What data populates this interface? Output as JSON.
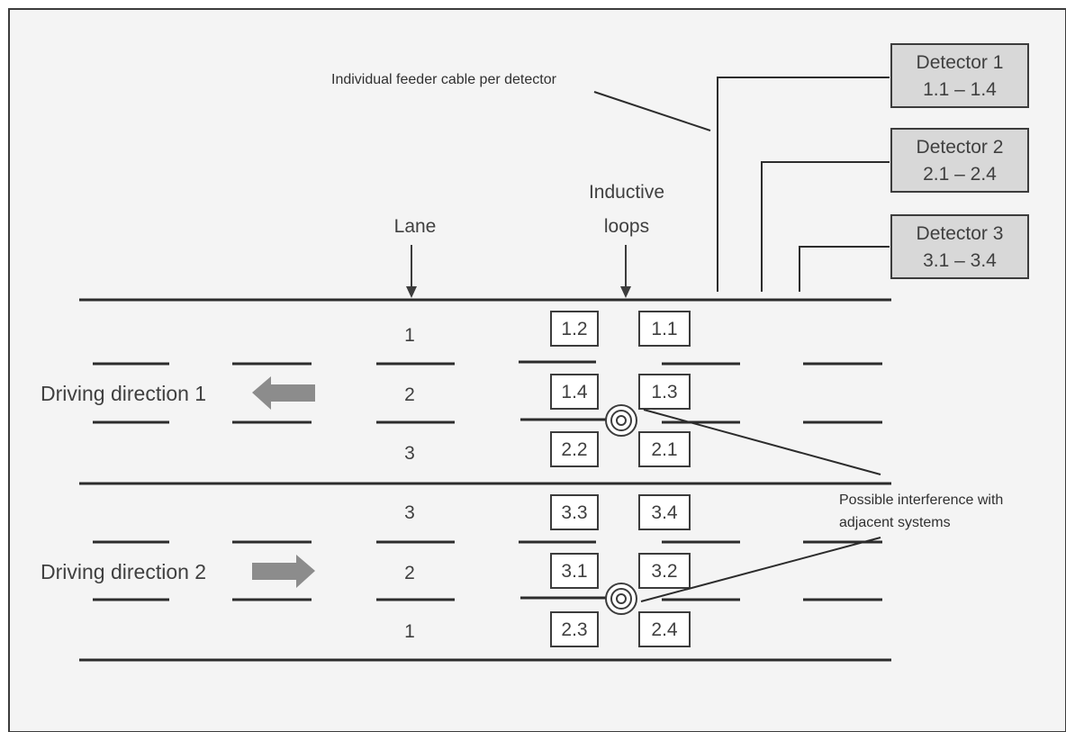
{
  "feeder_note": "Individual feeder cable per detector",
  "interference_note": [
    "Possible interference with",
    "adjacent systems"
  ],
  "headers": {
    "lane": "Lane",
    "loops": [
      "Inductive",
      "loops"
    ]
  },
  "detectors": [
    {
      "name": "Detector 1",
      "range": "1.1 – 1.4"
    },
    {
      "name": "Detector 2",
      "range": "2.1 – 2.4"
    },
    {
      "name": "Detector 3",
      "range": "3.1 – 3.4"
    }
  ],
  "directions": [
    "Driving direction 1",
    "Driving direction 2"
  ],
  "lanes_upper": [
    "1",
    "2",
    "3"
  ],
  "lanes_lower": [
    "3",
    "2",
    "1"
  ],
  "loops": {
    "left": [
      "1.2",
      "1.4",
      "2.2",
      "3.3",
      "3.1",
      "2.3"
    ],
    "right": [
      "1.1",
      "1.3",
      "2.1",
      "3.4",
      "3.2",
      "2.4"
    ]
  },
  "colors": {
    "outline": "#3c3c3c",
    "detector_fill": "#d8d8d8",
    "arrow": "#8c8c8c",
    "background": "#f4f4f4"
  }
}
